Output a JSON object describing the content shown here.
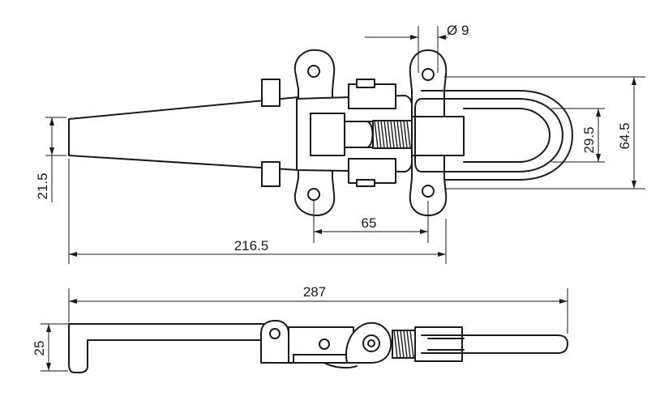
{
  "dimensions": {
    "hole_diameter": "9",
    "diameter_symbol": "Ø",
    "lever_width": "21.5",
    "hole_spacing": "65",
    "overall_length_closed": "216.5",
    "loop_inner_width": "29.5",
    "loop_outer_width": "64.5",
    "overall_length_open": "287",
    "side_height": "25"
  }
}
